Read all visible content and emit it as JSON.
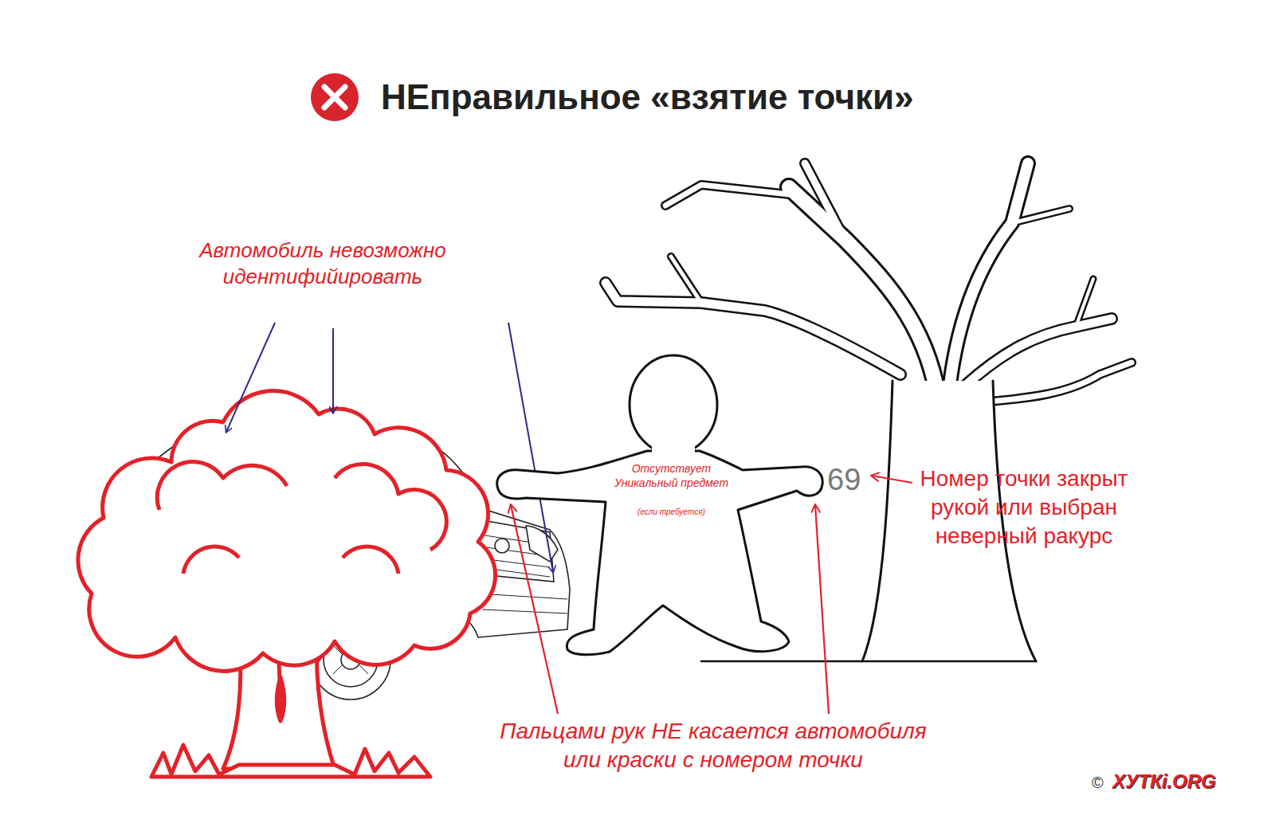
{
  "diagram": {
    "title": "НЕправильное «взятие точки»",
    "nodes": [
      {
        "text": [
          "Отсутствует Уникальный предмет",
          "(если требуется)"
        ]
      }
    ],
    "labels": [
      "Автомобиль невозможно идентифийировать",
      "69",
      "Номер точки закрыт рукой или выбран неверный ракурс",
      "Пальцами рук НЕ касается автомобиля или краски с номером точки",
      "©",
      "ХУТКi.ORG"
    ]
  }
}
